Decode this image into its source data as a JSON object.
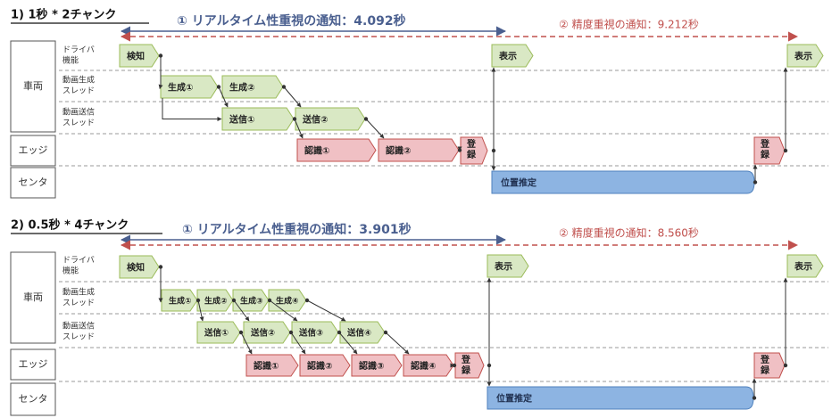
{
  "colors": {
    "green_fill": "#d9e8c4",
    "green_stroke": "#9bbb59",
    "red_fill": "#f0c0c4",
    "red_stroke": "#c0504d",
    "blue_fill": "#8db4e2",
    "blue_stroke": "#4f81bd",
    "realtime_arrow": "#4a5f8f",
    "accuracy_arrow": "#c0504d",
    "grid": "#999999",
    "box": "#555555"
  },
  "sections": [
    {
      "title": "1) 1秒 * 2チャンク",
      "realtime_label": "① リアルタイム性重視の通知：4.092秒",
      "accuracy_label": "② 精度重視の通知：9.212秒",
      "rows": {
        "vehicle": "車両",
        "driver_lines": [
          "ドライバ",
          "機能"
        ],
        "gen_lines": [
          "動画生成",
          "スレッド"
        ],
        "send_lines": [
          "動画送信",
          "スレッド"
        ],
        "edge": "エッジ",
        "center": "センタ"
      },
      "steps": {
        "detect": "検知",
        "show1": "表示",
        "show2": "表示",
        "gen": [
          "生成①",
          "生成②"
        ],
        "send": [
          "送信①",
          "送信②"
        ],
        "recog": [
          "認識①",
          "認識②"
        ],
        "reg1_lines": [
          "登",
          "録"
        ],
        "reg2_lines": [
          "登",
          "録"
        ],
        "locate": "位置推定"
      }
    },
    {
      "title": "2) 0.5秒 * 4チャンク",
      "realtime_label": "① リアルタイム性重視の通知：3.901秒",
      "accuracy_label": "② 精度重視の通知：8.560秒",
      "rows": {
        "vehicle": "車両",
        "driver_lines": [
          "ドライバ",
          "機能"
        ],
        "gen_lines": [
          "動画生成",
          "スレッド"
        ],
        "send_lines": [
          "動画送信",
          "スレッド"
        ],
        "edge": "エッジ",
        "center": "センタ"
      },
      "steps": {
        "detect": "検知",
        "show1": "表示",
        "show2": "表示",
        "gen": [
          "生成①",
          "生成②",
          "生成③",
          "生成④"
        ],
        "send": [
          "送信①",
          "送信②",
          "送信③",
          "送信④"
        ],
        "recog": [
          "認識①",
          "認識②",
          "認識③",
          "認識④"
        ],
        "reg1_lines": [
          "登",
          "録"
        ],
        "reg2_lines": [
          "登",
          "録"
        ],
        "locate": "位置推定"
      }
    }
  ]
}
